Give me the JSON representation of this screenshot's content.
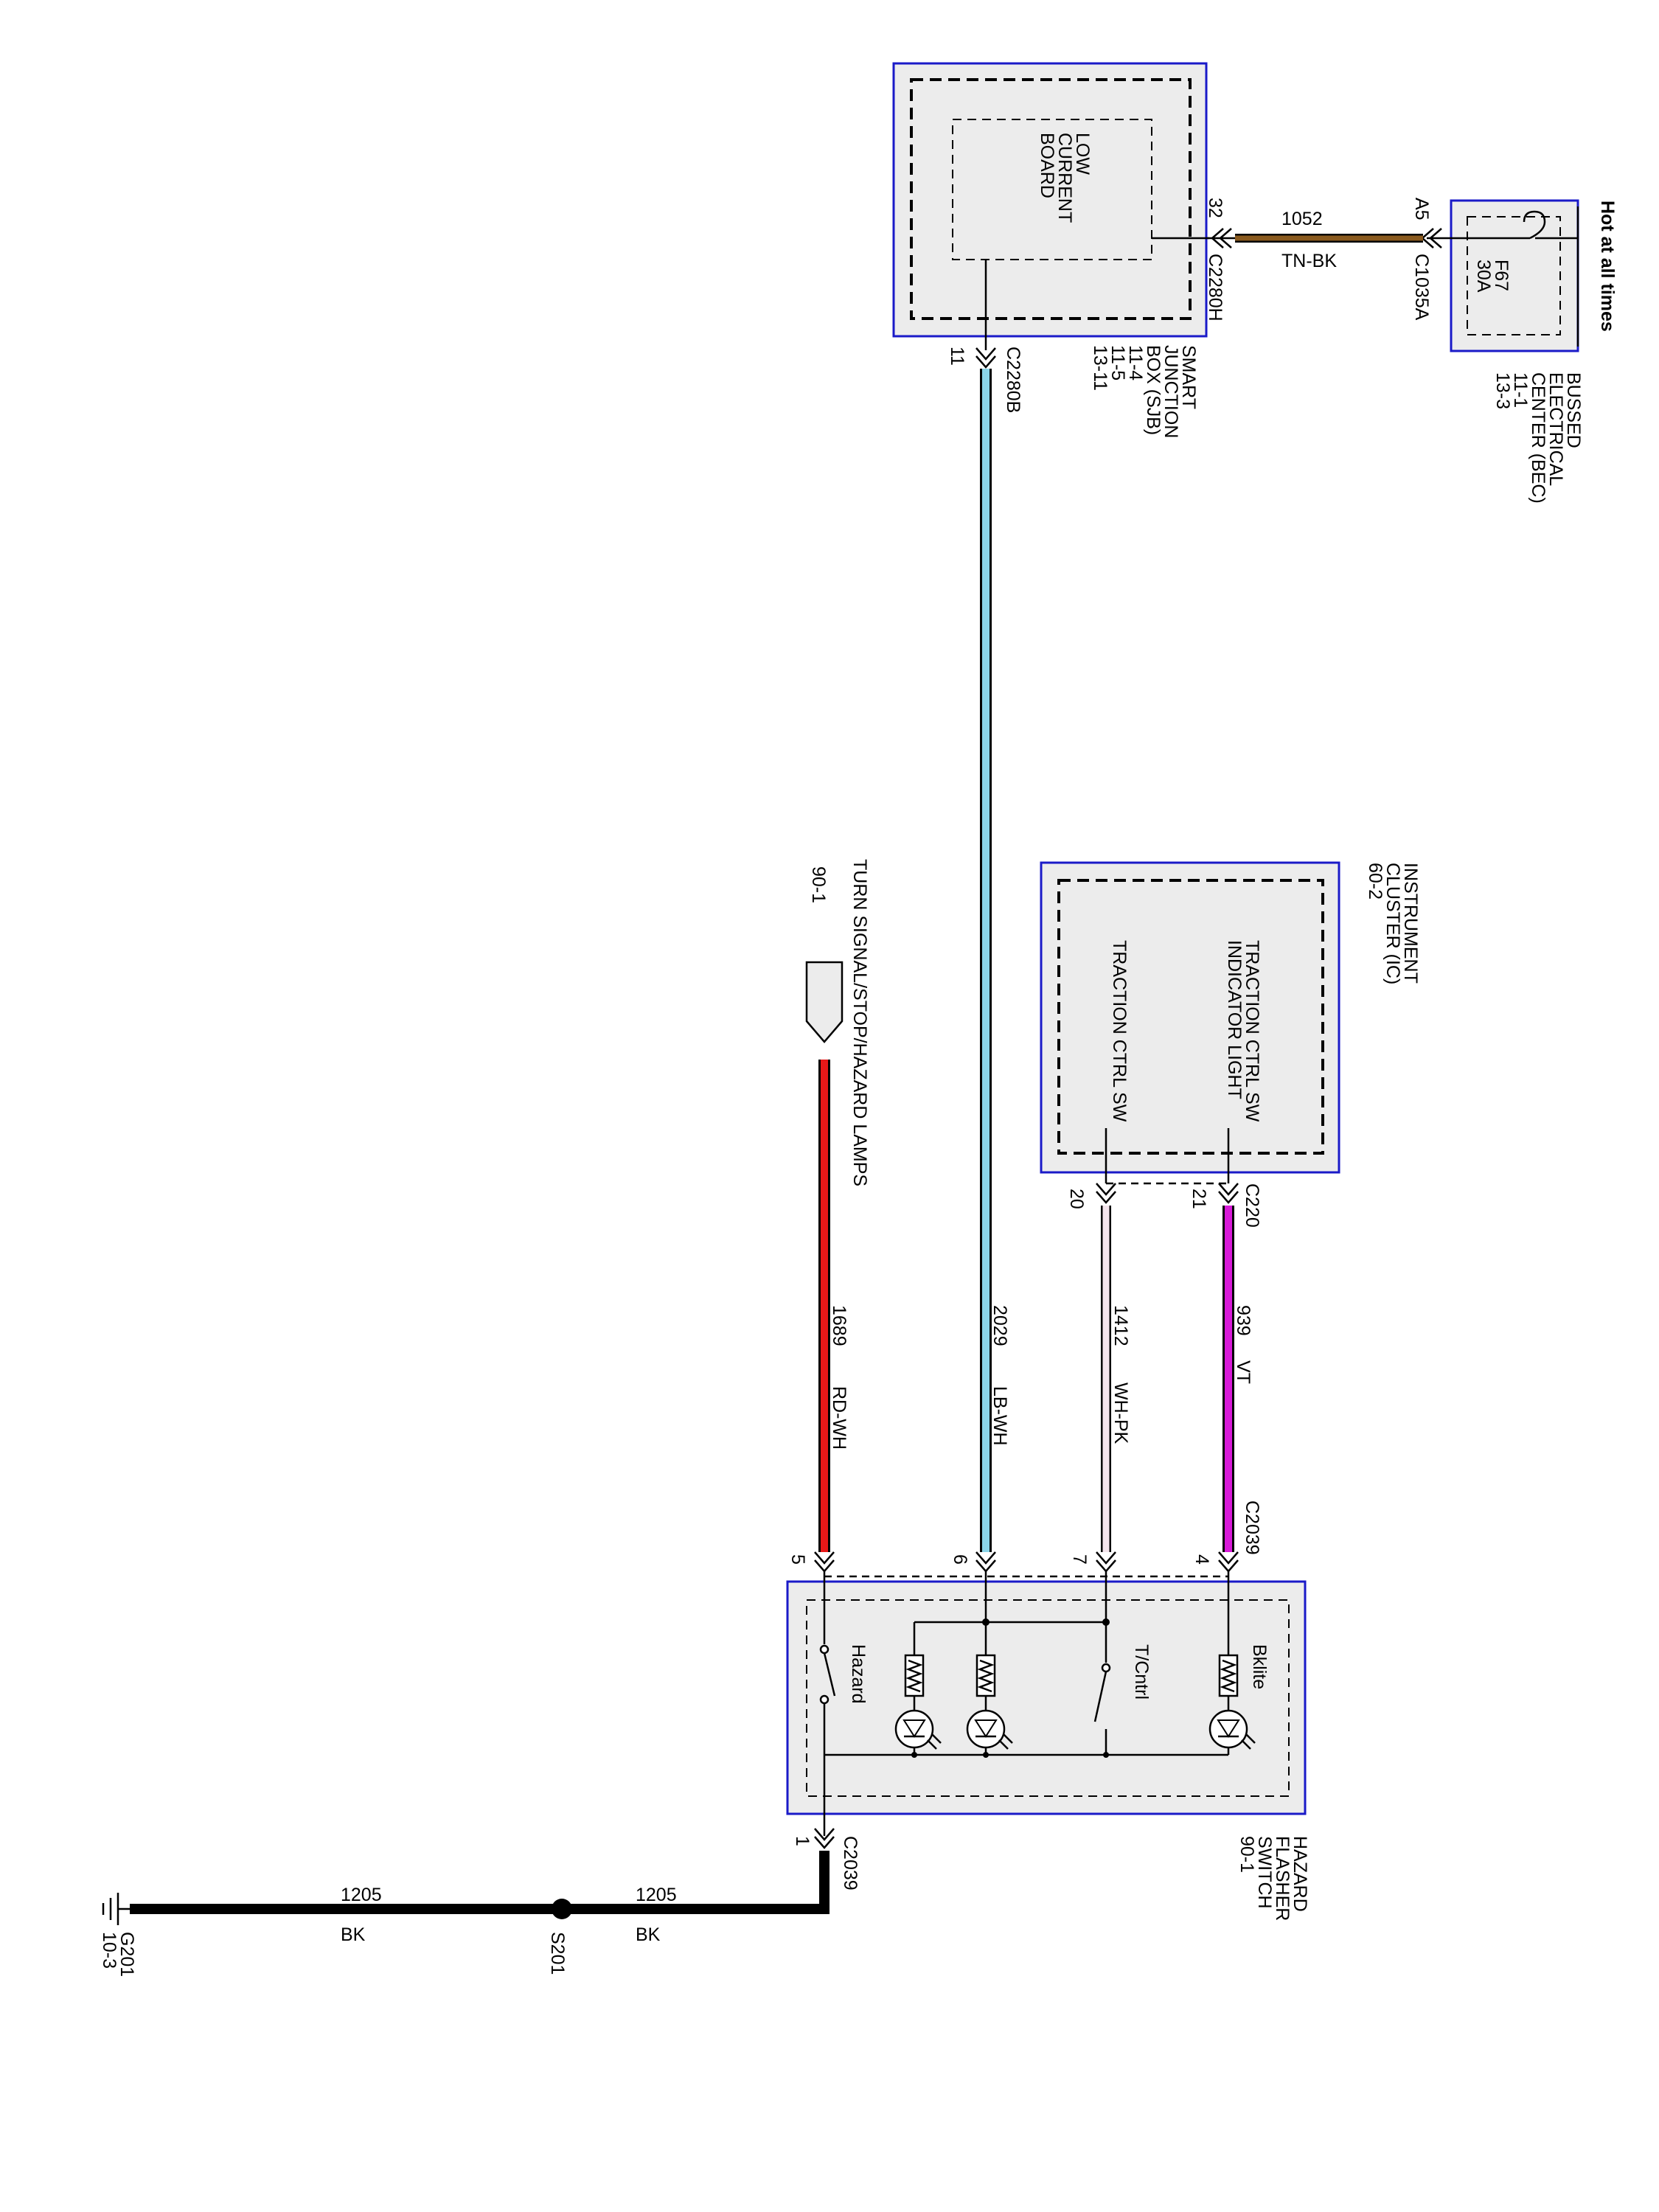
{
  "components": {
    "bec": {
      "name_lines": [
        "BUSSED",
        "ELECTRICAL",
        "CENTER (BEC)",
        "11-1",
        "13-3"
      ],
      "hot_label": "Hot at all times",
      "fuse_id": "F67",
      "fuse_rating": "30A"
    },
    "sjb": {
      "name_lines": [
        "SMART",
        "JUNCTION",
        "BOX (SJB)",
        "11-4",
        "11-5",
        "13-11"
      ],
      "board_lines": [
        "LOW",
        "CURRENT",
        "BOARD"
      ]
    },
    "instrument_cluster": {
      "name_lines": [
        "INSTRUMENT",
        "CLUSTER (IC)",
        "60-2"
      ],
      "indicator_lines": [
        "TRACTION CTRL SW",
        "INDICATOR LIGHT"
      ],
      "switch_label": "TRACTION CTRL SW"
    },
    "turn_signal": {
      "name": "TURN SIGNAL/STOP/HAZARD LAMPS",
      "ref": "90-1"
    },
    "hazard_switch": {
      "name_lines": [
        "HAZARD",
        "FLASHER",
        "SWITCH",
        "90-1"
      ],
      "bklite": "Bklite",
      "tcntrl": "T/Cntrl",
      "hazard": "Hazard"
    },
    "ground": {
      "id": "G201",
      "ref": "10-3"
    },
    "splice": {
      "id": "S201"
    }
  },
  "connectors": {
    "c1035a": {
      "id": "C1035A",
      "pin": "A5"
    },
    "c2280h": {
      "id": "C2280H",
      "pin": "32"
    },
    "c2280b": {
      "id": "C2280B",
      "pin": "11"
    },
    "c220": {
      "id": "C220",
      "pin_indicator": "21",
      "pin_switch": "20"
    },
    "c2039": {
      "id": "C2039",
      "pin_vt": "4",
      "pin_whpk": "7",
      "pin_lbwh": "6",
      "pin_rdwh": "5",
      "pin_ground": "1"
    }
  },
  "wires": {
    "w1052": {
      "circuit": "1052",
      "color": "TN-BK",
      "hex": "#8a5a1e"
    },
    "w939": {
      "circuit": "939",
      "color": "VT",
      "hex": "#d81ad8"
    },
    "w1412": {
      "circuit": "1412",
      "color": "WH-PK",
      "hex": "#f4e4ec"
    },
    "w2029": {
      "circuit": "2029",
      "color": "LB-WH",
      "hex": "#8ad4e8"
    },
    "w1689": {
      "circuit": "1689",
      "color": "RD-WH",
      "hex": "#e81818"
    },
    "w1205a": {
      "circuit": "1205",
      "color": "BK",
      "hex": "#000000"
    },
    "w1205b": {
      "circuit": "1205",
      "color": "BK",
      "hex": "#000000"
    }
  }
}
